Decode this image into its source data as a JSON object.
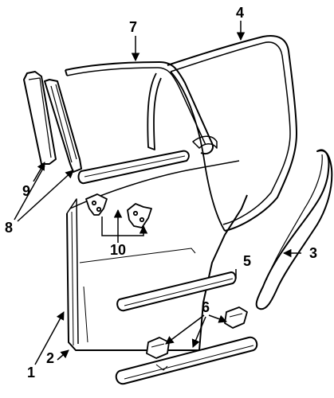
{
  "callouts": {
    "c1": "1",
    "c2": "2",
    "c3": "3",
    "c4": "4",
    "c5": "5",
    "c6": "6",
    "c7": "7",
    "c8": "8",
    "c9": "9",
    "c10": "10"
  },
  "colors": {
    "line": "#000000",
    "background": "#ffffff",
    "part_fill": "#ffffff"
  }
}
